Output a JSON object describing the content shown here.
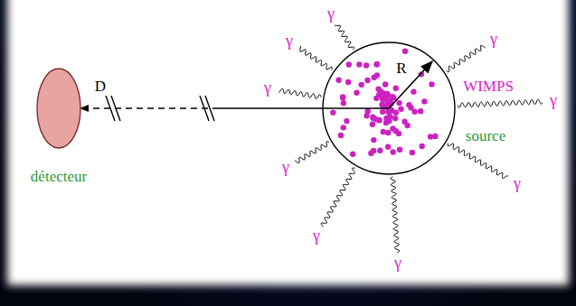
{
  "diagram": {
    "nodes": [
      {
        "text": [
          "détecteur"
        ]
      },
      {
        "text": [
          "source"
        ]
      }
    ],
    "edges": [
      {
        "from": 1,
        "to": 0,
        "arrow": "to",
        "label": "D"
      }
    ],
    "labels": [
      "WIMPS",
      "R",
      "γ",
      "γ",
      "γ",
      "γ",
      "γ",
      "γ",
      "γ",
      "γ",
      "γ"
    ]
  }
}
